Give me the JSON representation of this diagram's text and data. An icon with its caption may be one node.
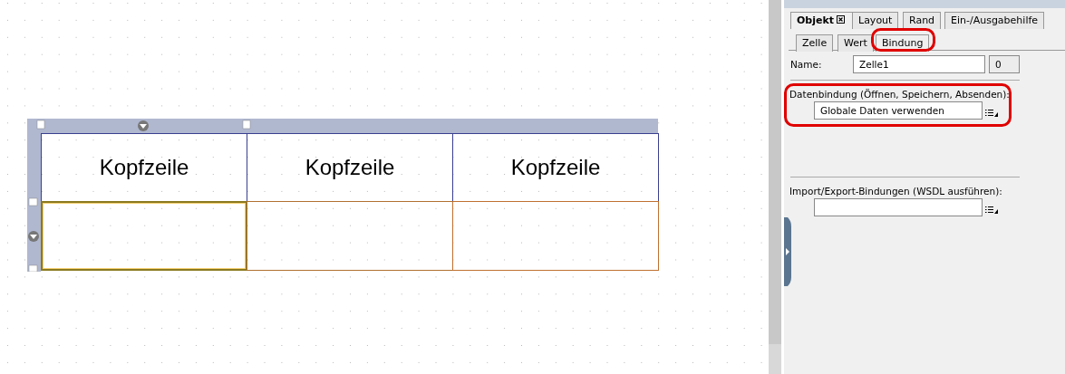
{
  "diagram": {
    "nodes": [
      {
        "text": [
          "Kopfzeile"
        ]
      },
      {
        "text": [
          "Kopfzeile"
        ]
      },
      {
        "text": [
          "Kopfzeile"
        ]
      },
      {
        "text": [],
        "shape": "box"
      },
      {
        "text": [],
        "shape": "box"
      },
      {
        "text": [],
        "shape": "box"
      }
    ],
    "edges": [],
    "labels": [
      "Objekt",
      "Layout",
      "Rand",
      "Ein-/Ausgabehilfe",
      "Zelle",
      "Wert",
      "Bindung",
      "Name:",
      "Zelle1",
      "0",
      "Datenbindung (Öffnen, Speichern, Absenden):",
      "Globale Daten verwenden",
      "Import/Export-Bindungen (WSDL ausführen):"
    ]
  }
}
